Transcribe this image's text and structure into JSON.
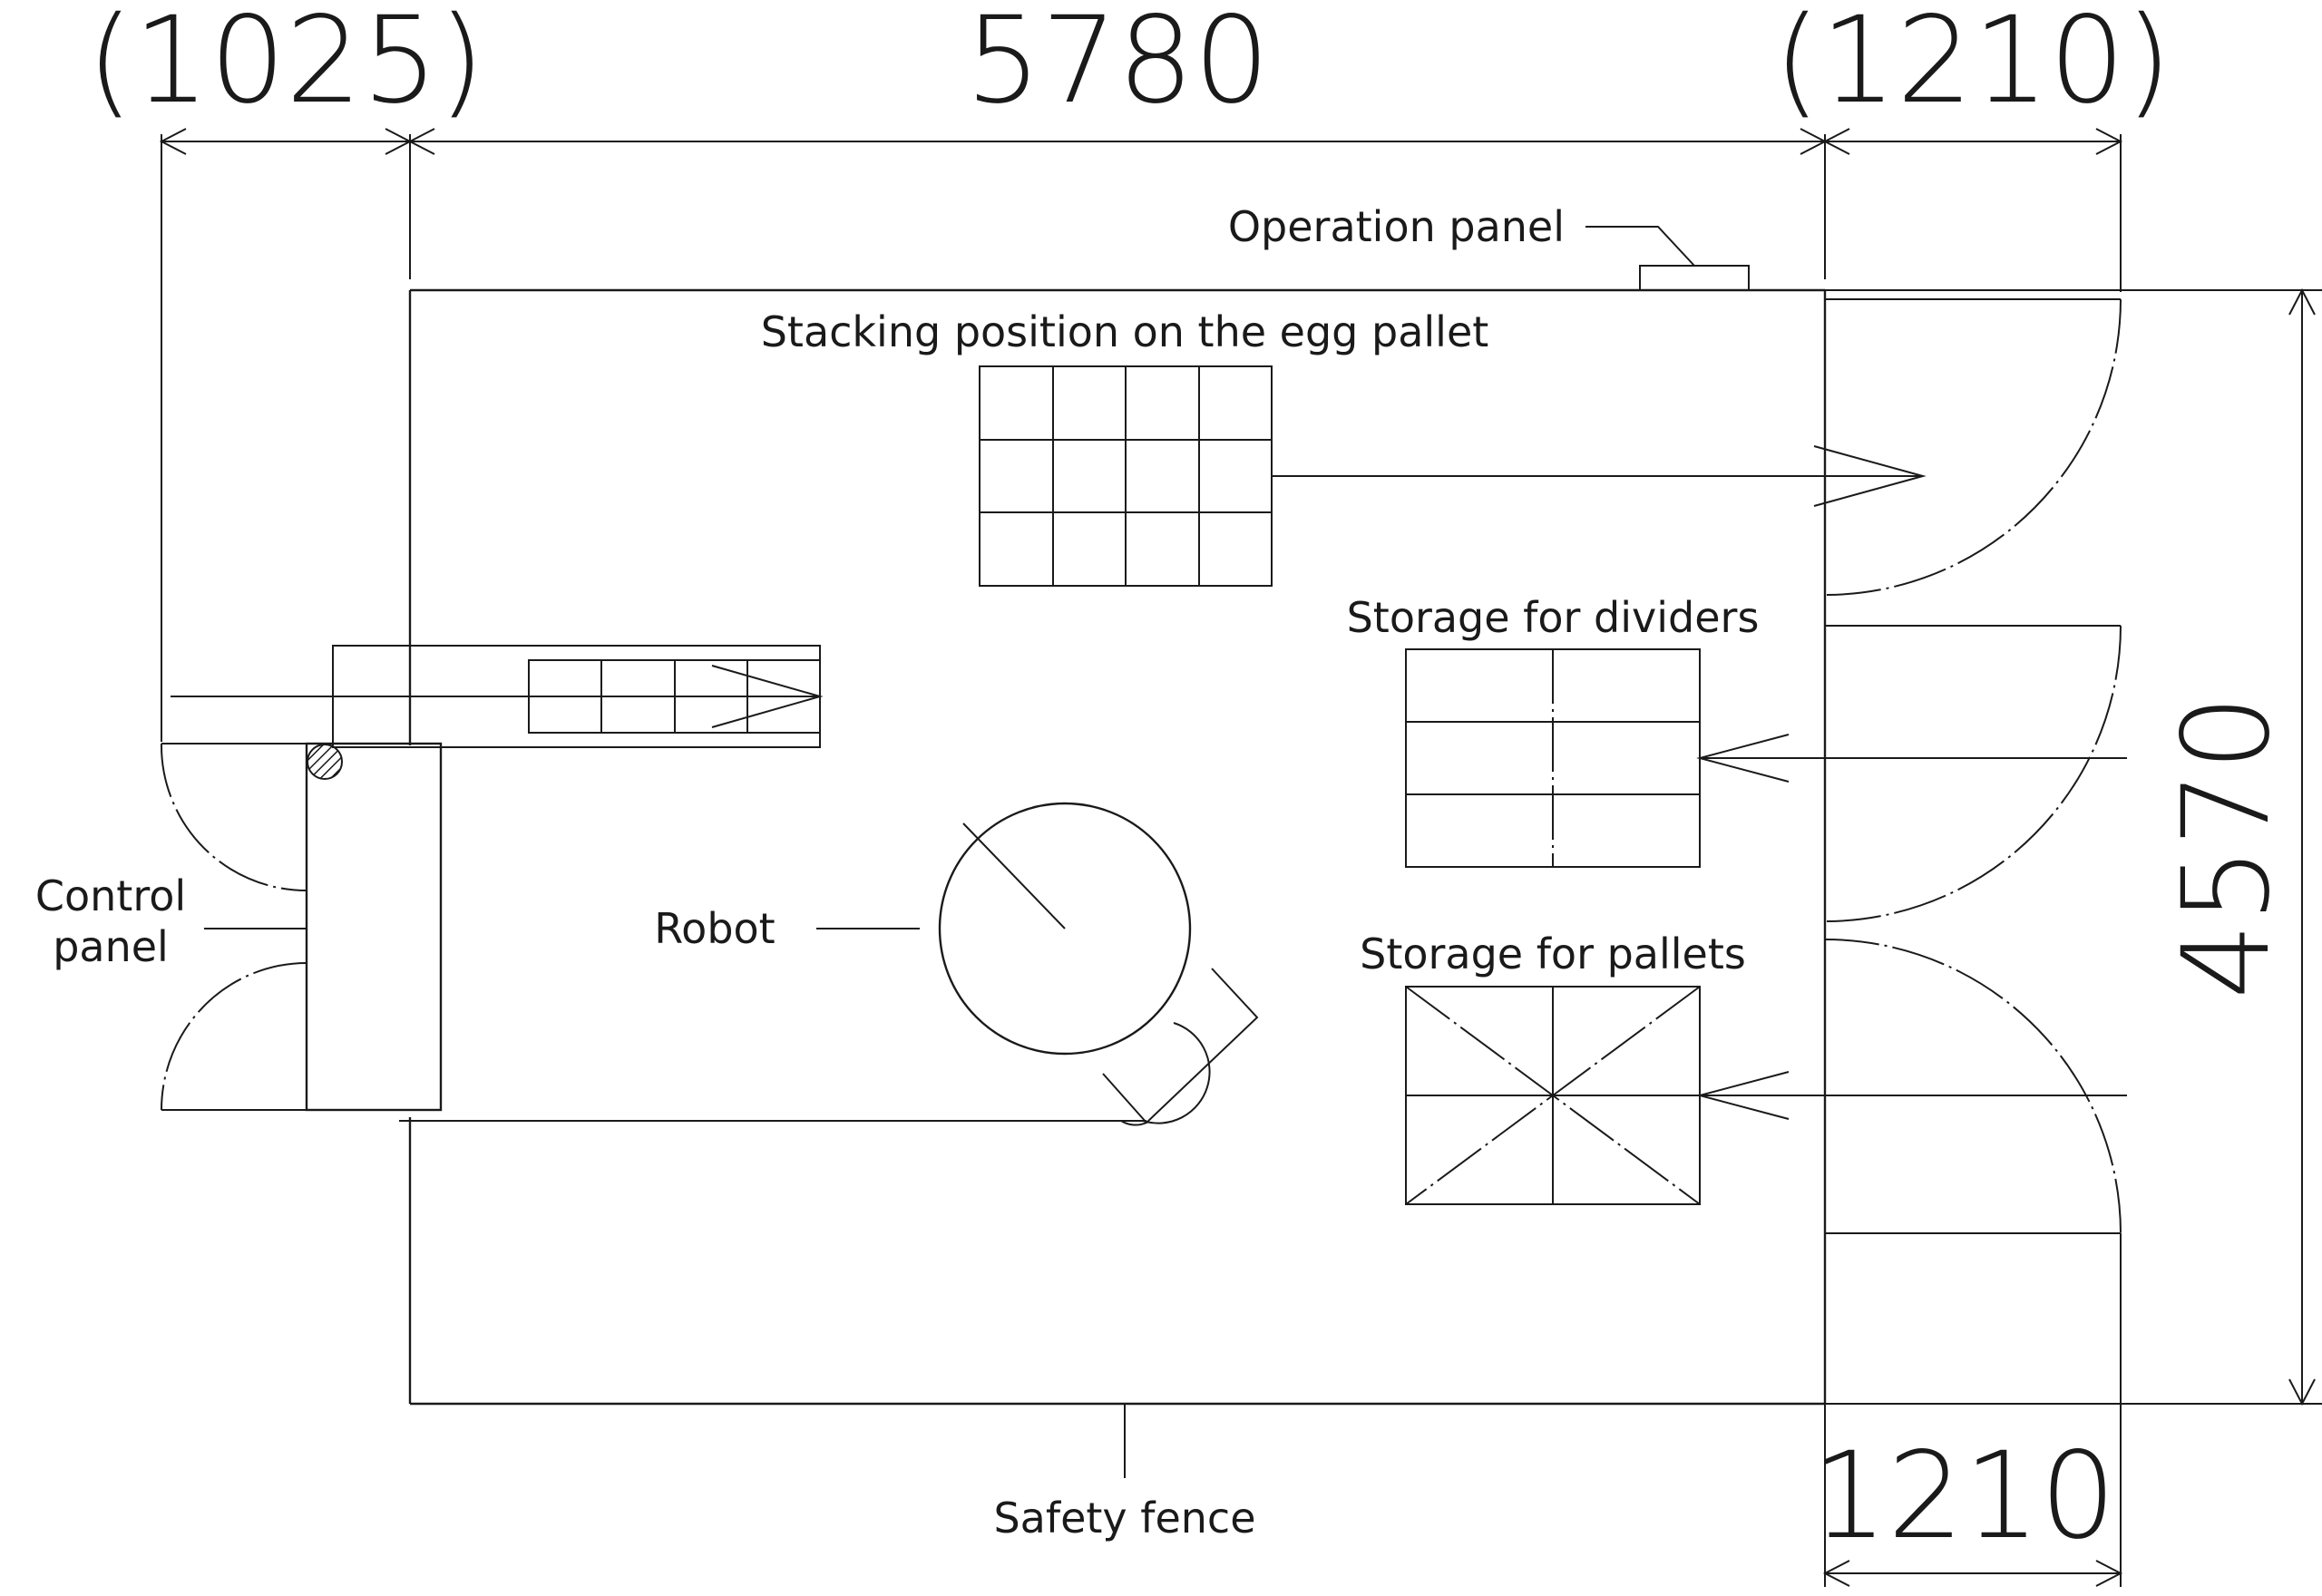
{
  "dimensions": {
    "left_clearance": "(1025)",
    "fence_width": "5780",
    "right_clearance_top": "(1210)",
    "fence_depth": "4570",
    "right_clearance_bottom": "1210"
  },
  "labels": {
    "operation_panel": "Operation panel",
    "stacking_position": "Stacking position on the egg pallet",
    "storage_dividers": "Storage for dividers",
    "storage_pallets": "Storage for pallets",
    "robot": "Robot",
    "control_panel_line1": "Control",
    "control_panel_line2": "panel",
    "safety_fence": "Safety fence"
  }
}
